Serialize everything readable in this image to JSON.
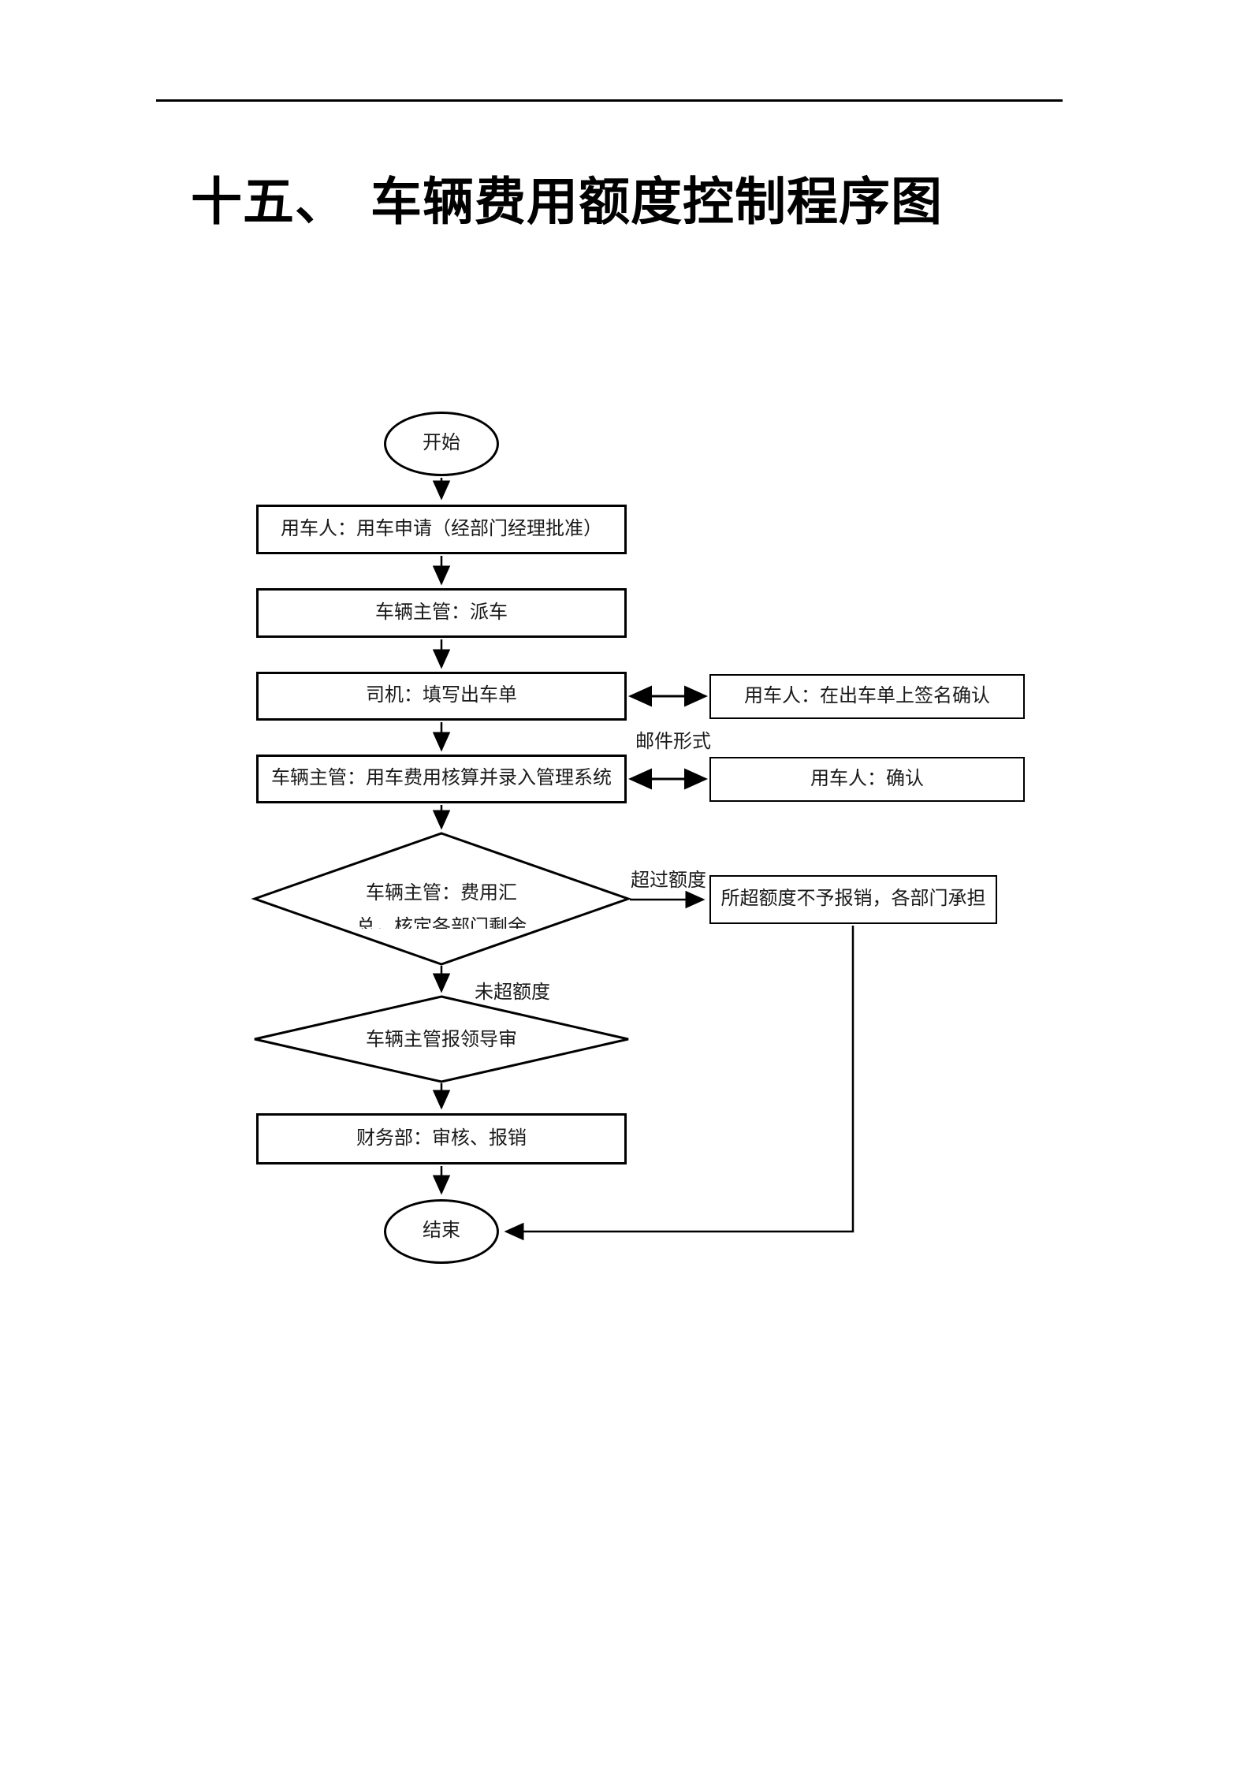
{
  "document": {
    "title_number": "十五、",
    "title_text": "车辆费用额度控制程序图"
  },
  "flowchart": {
    "start": "开始",
    "box_apply": "用车人：用车申请（经部门经理批准）",
    "box_dispatch": "车辆主管：派车",
    "box_fill_form": "司机：填写出车单",
    "box_sign_confirm": "用车人：在出车单上签名确认",
    "label_email": "邮件形式",
    "box_cost_entry": "车辆主管：用车费用核算并录入管理系统",
    "box_user_confirm": "用车人：确认",
    "diamond_summary_line1": "车辆主管：费用汇",
    "diamond_summary_line2": "总，核定各部门剩余",
    "label_over_quota": "超过额度",
    "box_over_quota": "所超额度不予报销，各部门承担",
    "label_within_quota": "未超额度",
    "diamond_leader_review": "车辆主管报领导审",
    "box_finance": "财务部：审核、报销",
    "end": "结束"
  },
  "colors": {
    "ink": "#000000",
    "background": "#ffffff"
  }
}
